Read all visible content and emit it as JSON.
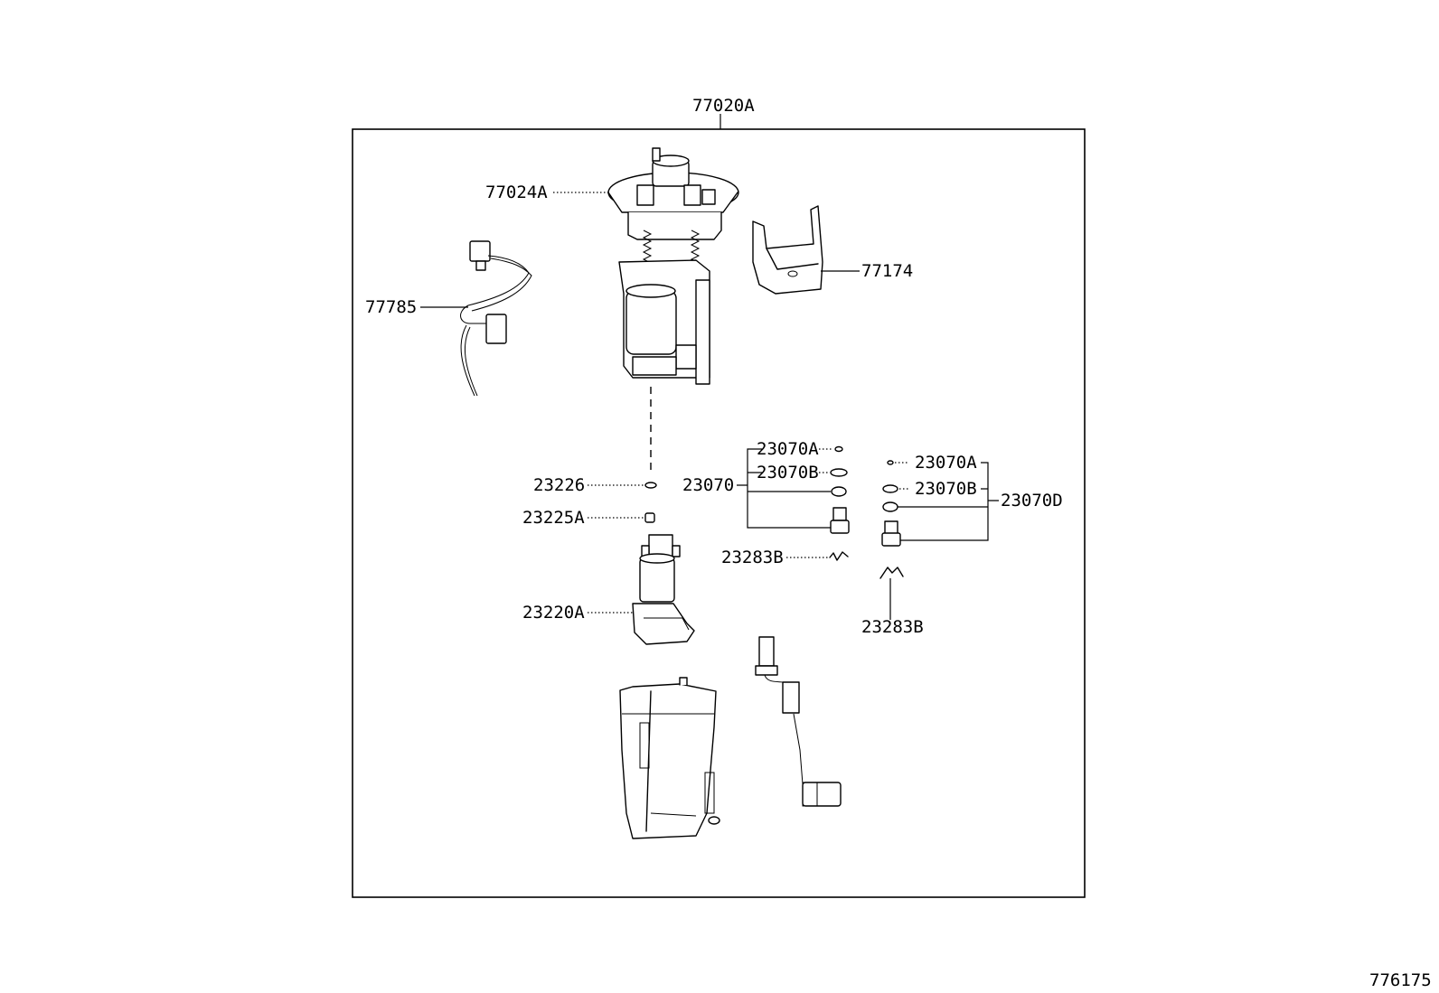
{
  "diagram": {
    "assembly_label": "77020A",
    "figure_number": "776175",
    "callouts": {
      "c77024A": "77024A",
      "c77174": "77174",
      "c77785": "77785",
      "c23226": "23226",
      "c23225A": "23225A",
      "c23220A": "23220A",
      "c23070": "23070",
      "c23070A_left": "23070A",
      "c23070B_left": "23070B",
      "c23283B_left": "23283B",
      "c23070A_right": "23070A",
      "c23070B_right": "23070B",
      "c23070D": "23070D",
      "c23283B_right": "23283B"
    }
  }
}
